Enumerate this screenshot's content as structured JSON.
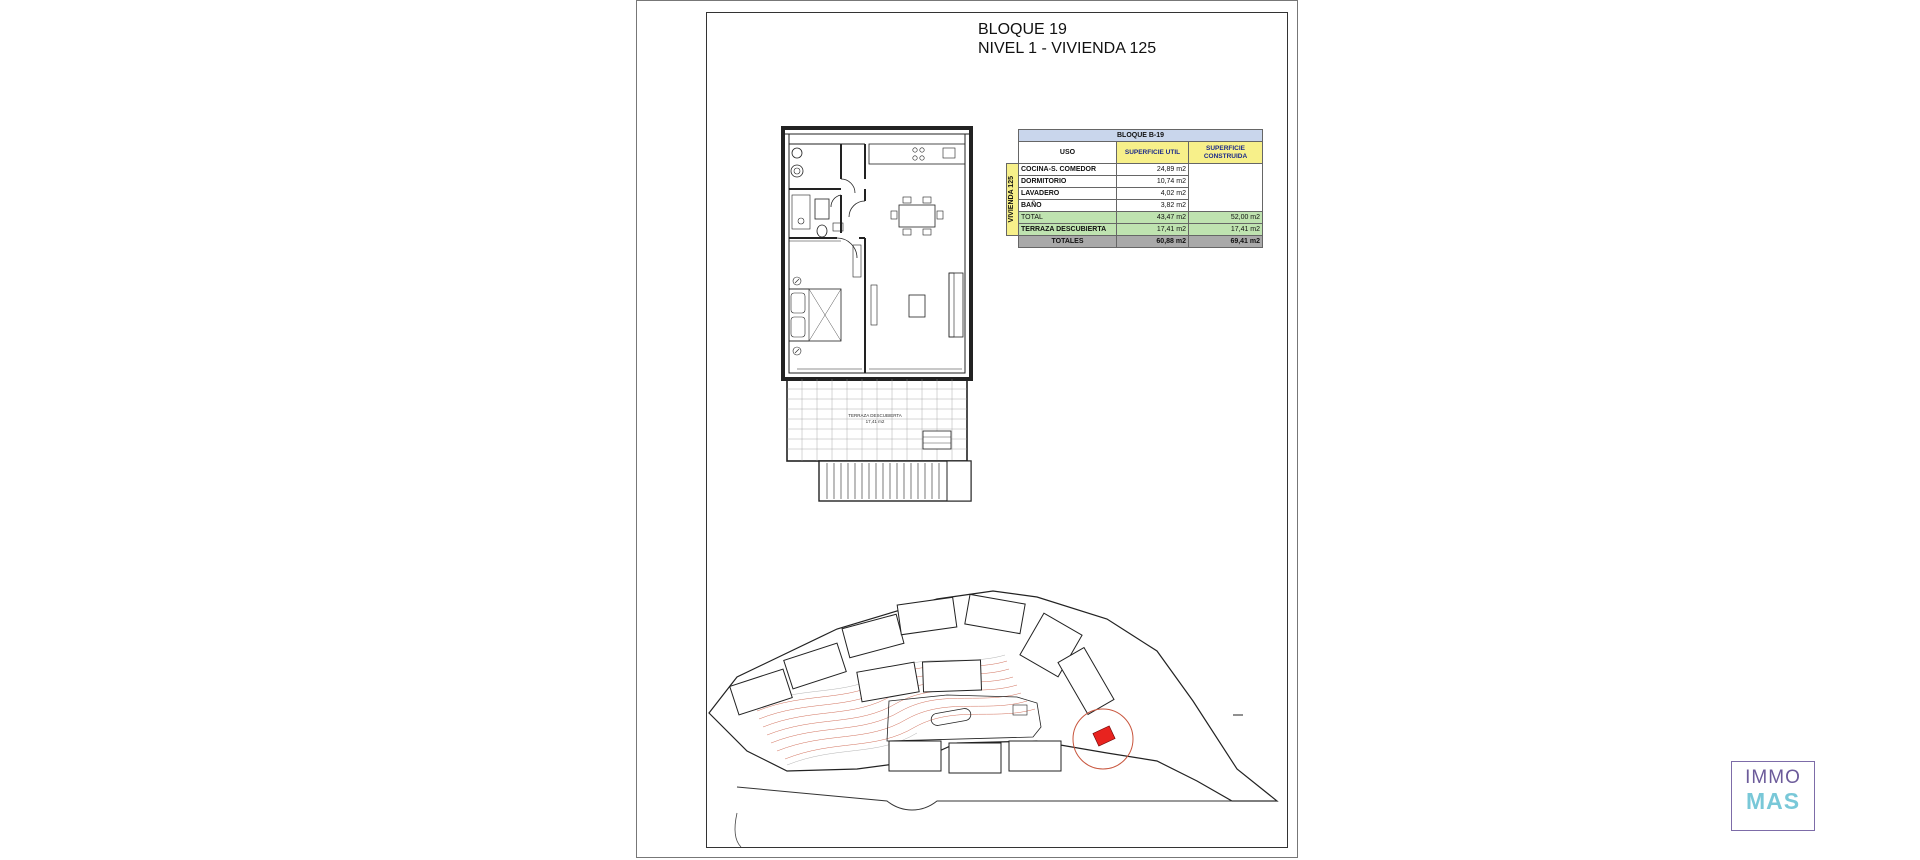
{
  "document": {
    "title_line1": "BLOQUE 19",
    "title_line2": "NIVEL 1 - VIVIENDA 125",
    "terrace_label": "TERRAZA DESCUBIERTA",
    "terrace_area": "17,41 m2"
  },
  "areas_table": {
    "header": "BLOQUE B-19",
    "columns": [
      "USO",
      "SUPERFICIE UTIL",
      "SUPERFICIE CONSTRUIDA"
    ],
    "unit_label": "VIVIENDA 125",
    "rows": [
      {
        "uso": "COCINA-S. COMEDOR",
        "util": "24,89 m2",
        "construida": ""
      },
      {
        "uso": "DORMITORIO",
        "util": "10,74 m2",
        "construida": ""
      },
      {
        "uso": "LAVADERO",
        "util": "4,02 m2",
        "construida": ""
      },
      {
        "uso": "BAÑO",
        "util": "3,82 m2",
        "construida": ""
      }
    ],
    "total": {
      "uso": "TOTAL",
      "util": "43,47 m2",
      "construida": "52,00 m2"
    },
    "terraza": {
      "uso": "TERRAZA DESCUBIERTA",
      "util": "17,41 m2",
      "construida": "17,41 m2"
    },
    "totales": {
      "uso": "TOTALES",
      "util": "60,88 m2",
      "construida": "69,41 m2"
    }
  },
  "logo": {
    "line1": "IMMO",
    "line2": "MAS"
  },
  "colors": {
    "table_header": "#c9d6ec",
    "table_yellow": "#f7f08a",
    "table_green": "#bfe3b0",
    "table_grey": "#a9a9a9",
    "highlight_red": "#e8231f",
    "site_lines_red": "#c8553d",
    "logo_purple": "#6c5b9a",
    "logo_cyan": "#79c8d8"
  }
}
